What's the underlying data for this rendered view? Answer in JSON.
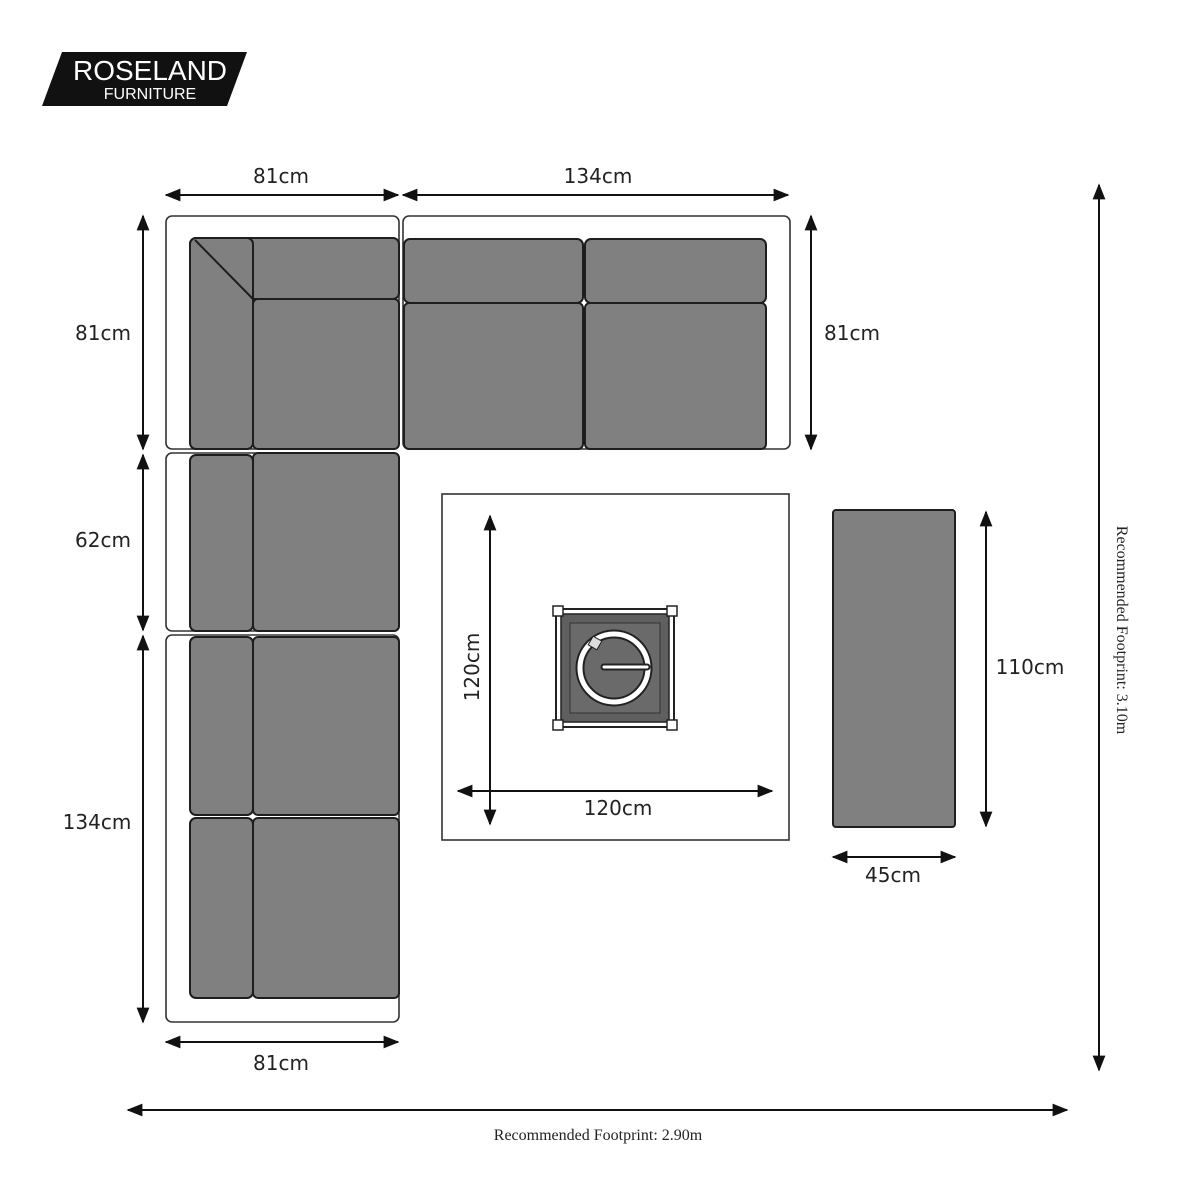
{
  "logo": {
    "brand": "ROSELAND",
    "sub": "FURNITURE"
  },
  "dimensions": {
    "corner_width": "81cm",
    "sofa_width": "134cm",
    "corner_depth": "81cm",
    "sofa_depth": "81cm",
    "middle_depth": "62cm",
    "lower_depth": "134cm",
    "bottom_width": "81cm",
    "table_depth": "120cm",
    "table_width": "120cm",
    "bench_length": "110cm",
    "bench_width": "45cm"
  },
  "footprint": {
    "depth": "Recommended Footprint: 3.10m",
    "width": "Recommended Footprint: 2.90m"
  }
}
